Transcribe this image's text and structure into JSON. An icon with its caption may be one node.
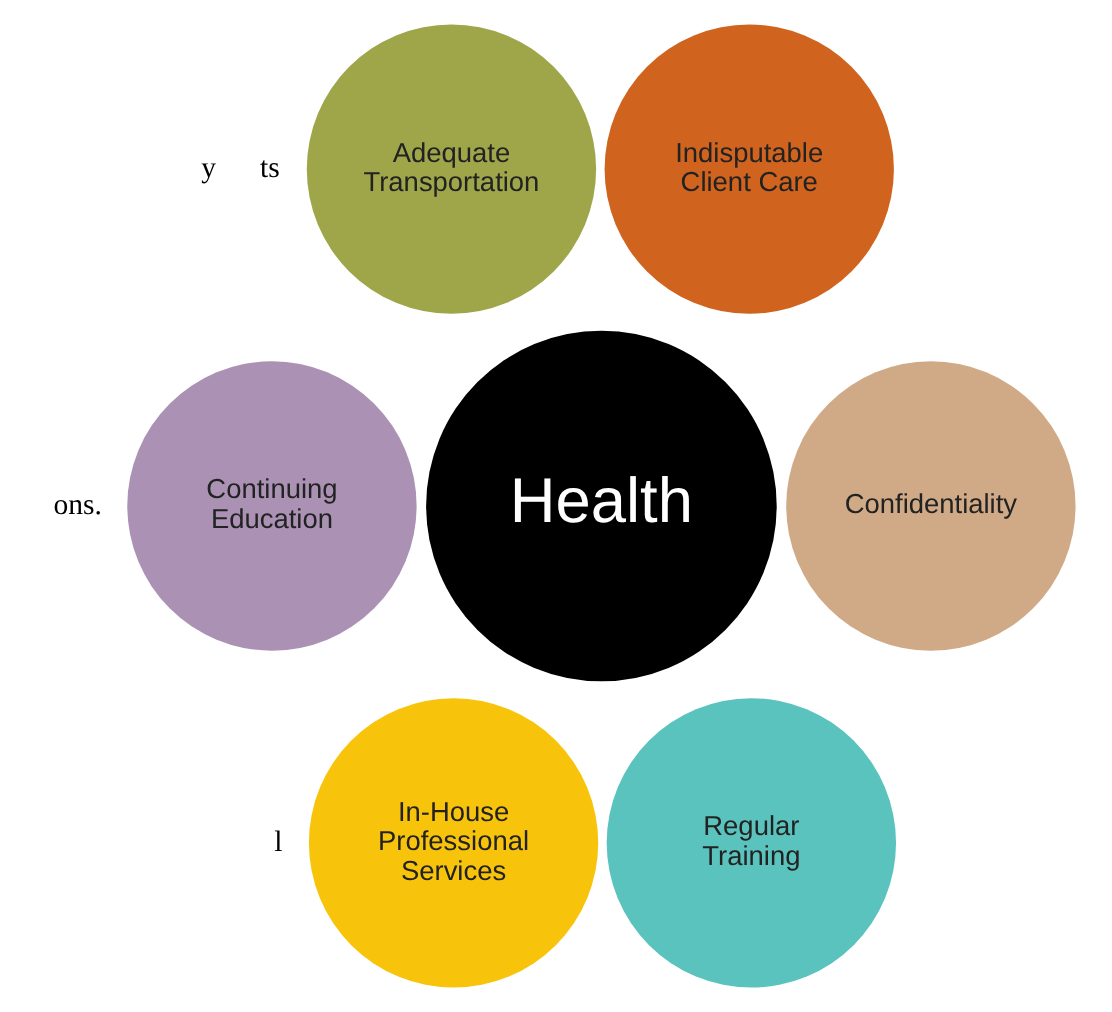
{
  "diagram": {
    "nodes": [
      {
        "text": [
          "Adequate Transportation"
        ]
      },
      {
        "text": [
          "Indisputable Client Care"
        ]
      },
      {
        "text": [
          "Continuing Education"
        ]
      },
      {
        "text": [
          "Health"
        ]
      },
      {
        "text": [
          "Confidentiality"
        ]
      },
      {
        "text": [
          "In-House Professional Services"
        ]
      },
      {
        "text": [
          "Regular Training"
        ]
      }
    ],
    "labels": [
      "y",
      "ons.",
      "l",
      "ts"
    ]
  }
}
